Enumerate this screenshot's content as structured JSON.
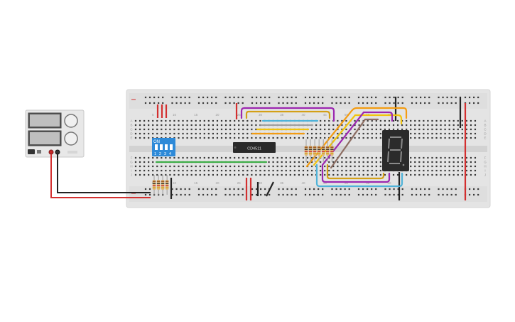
{
  "breadboard": {
    "column_numbers": [
      "5",
      "10",
      "15",
      "20",
      "25",
      "30",
      "35",
      "40",
      "45",
      "50",
      "55",
      "60"
    ],
    "row_letters_top": [
      "A",
      "B",
      "C",
      "D",
      "E"
    ],
    "row_letters_bottom": [
      "F",
      "G",
      "H",
      "I",
      "J"
    ]
  },
  "power_supply": {
    "display_top": "",
    "display_bottom": ""
  },
  "dip_switch": {
    "header": "ON",
    "numbers": [
      "1",
      "2",
      "3",
      "4"
    ]
  },
  "ic": {
    "label": "CD4511"
  },
  "seven_segment": {
    "digit": "8"
  },
  "colors": {
    "rail_red": "#d32f2f",
    "rail_black": "#222222",
    "wire_purple": "#9c27b0",
    "wire_orange": "#f39c12",
    "wire_yellow": "#f1c40f",
    "wire_blue": "#4fb3d9",
    "wire_green": "#3fae49",
    "wire_brown": "#8d6e63",
    "dip_blue": "#2e8ad8",
    "display_body": "#2b2b2b"
  }
}
